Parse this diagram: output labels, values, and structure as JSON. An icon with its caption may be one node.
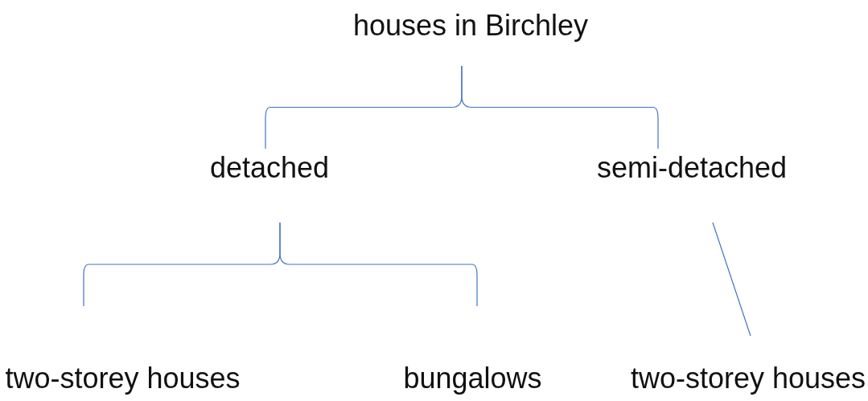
{
  "diagram": {
    "nodes": [
      {
        "text": [
          "houses in Birchley"
        ]
      },
      {
        "text": [
          "detached"
        ]
      },
      {
        "text": [
          "semi-detached"
        ]
      },
      {
        "text": [
          "two-storey houses"
        ]
      },
      {
        "text": [
          "bungalows"
        ]
      },
      {
        "text": [
          "two-storey houses"
        ]
      }
    ],
    "edges": [
      {
        "from": 0,
        "to": 1,
        "arrow": "none"
      },
      {
        "from": 0,
        "to": 2,
        "arrow": "none"
      },
      {
        "from": 1,
        "to": 3,
        "arrow": "none"
      },
      {
        "from": 1,
        "to": 4,
        "arrow": "none"
      },
      {
        "from": 2,
        "to": 5,
        "arrow": "none"
      }
    ]
  }
}
